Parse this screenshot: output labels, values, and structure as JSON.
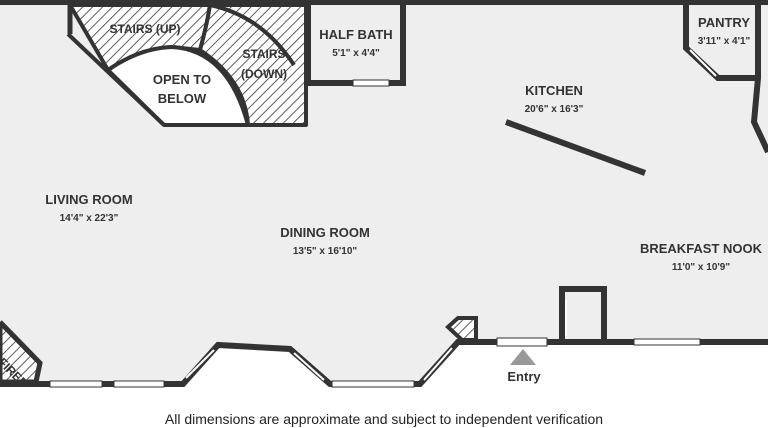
{
  "colors": {
    "floor": "#eeeeee",
    "wall": "#333333",
    "window": "#ffffff",
    "text": "#333333"
  },
  "rooms": {
    "living": {
      "name": "LIVING ROOM",
      "dims": "14'4\" x 22'3\""
    },
    "dining": {
      "name": "DINING ROOM",
      "dims": "13'5\" x 16'10\""
    },
    "kitchen": {
      "name": "KITCHEN",
      "dims": "20'6\" x 16'3\""
    },
    "breakfast": {
      "name": "BREAKFAST NOOK",
      "dims": "11'0\" x 10'9\""
    },
    "half_bath": {
      "name": "HALF BATH",
      "dims": "5'1\" x 4'4\""
    },
    "pantry": {
      "name": "PANTRY",
      "dims": "3'11\" x 4'1\""
    }
  },
  "stairs": {
    "up": "STAIRS (UP)",
    "down": "STAIRS (DOWN)"
  },
  "open_below": {
    "line1": "OPEN TO",
    "line2": "BELOW"
  },
  "fireplace": "FIREPLACE",
  "entry": "Entry",
  "disclaimer": "All dimensions are approximate and subject to independent verification"
}
